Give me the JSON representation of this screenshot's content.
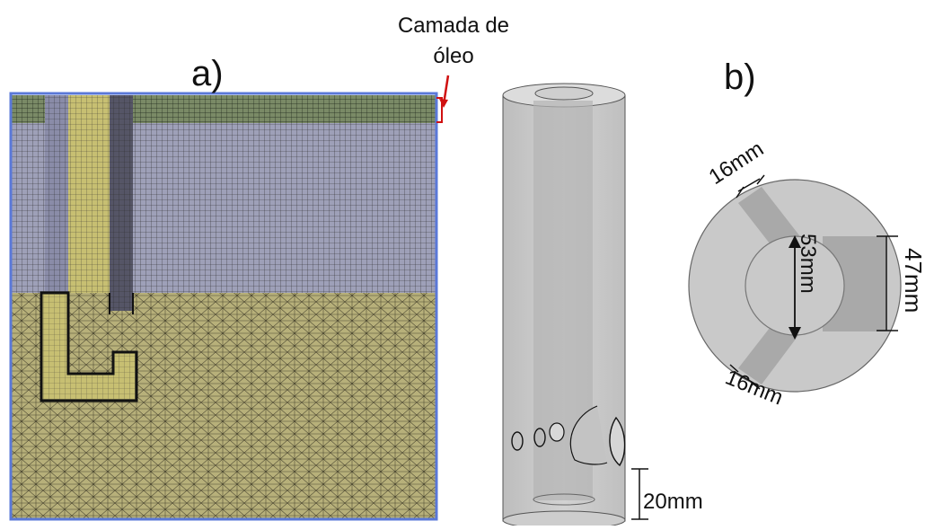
{
  "panel_a": {
    "title": "a)",
    "oil_layer_label": "Camada de óleo"
  },
  "panel_b": {
    "title": "b)",
    "dimensions": {
      "top_channel_width": "16mm",
      "bottom_channel_width": "16mm",
      "inner_diameter": "53mm",
      "outer_section": "47mm",
      "bottom_height": "20mm"
    }
  },
  "colors": {
    "mesh_line": "#1a1a1a",
    "oil_layer": "#6f7f5e",
    "water_region": "#9ea0b8",
    "sediment_region": "#b7b07a",
    "pipe_fill": "#c7bf72",
    "frame_blue": "#5a78d8",
    "arrow_red": "#d01010",
    "cylinder_gray": "#c9c9c9"
  }
}
